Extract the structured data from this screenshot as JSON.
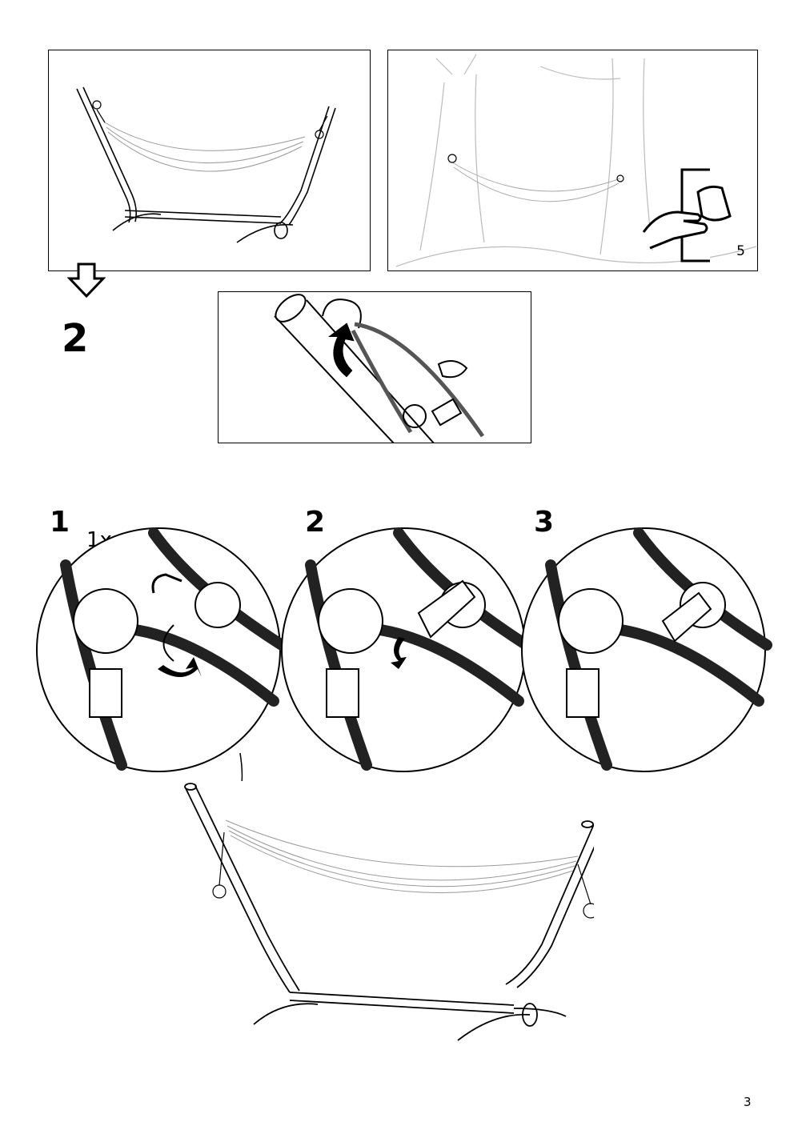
{
  "page": {
    "page_number": "3"
  },
  "overview": {
    "next_step_number": "2",
    "page_reference_number": "5"
  },
  "detail_steps": [
    {
      "number": "1",
      "quantity": "1x"
    },
    {
      "number": "2"
    },
    {
      "number": "3"
    }
  ],
  "icons": [
    "down-arrow-icon",
    "turn-page-icon",
    "rotate-arrow-icon"
  ],
  "colors": {
    "line": "#000000",
    "light_line": "#9a9a9a",
    "background": "#ffffff"
  }
}
